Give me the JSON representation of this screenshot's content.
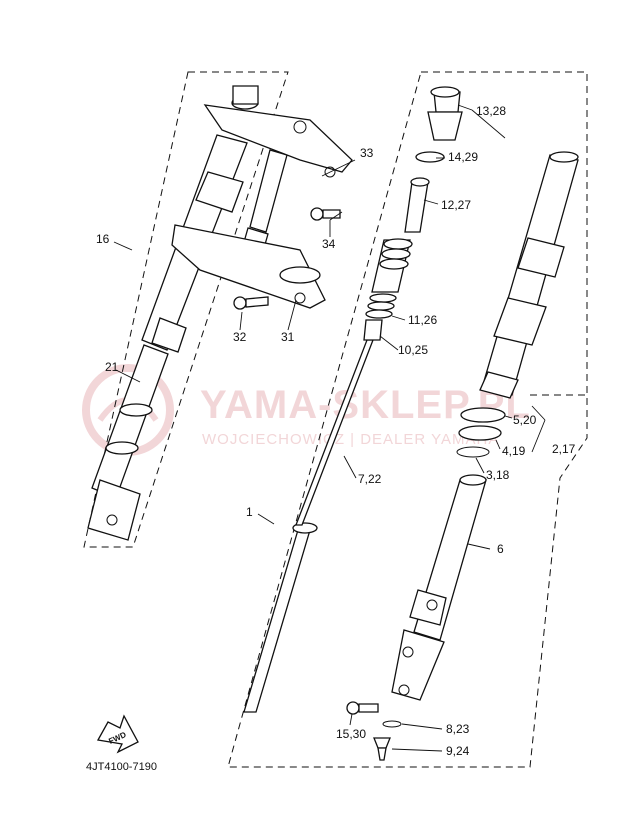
{
  "watermark": {
    "brand": "YAMA-SKLEP.PL",
    "subline": "WOJCIECHOWICZ | DEALER YAMAHA",
    "color": "#f2d6d8"
  },
  "diagram_code": "4JT4100-7190",
  "fwd_badge": "FWD",
  "parts": {
    "p1": "1",
    "p6": "6",
    "p16": "16",
    "p21": "21",
    "p31": "31",
    "p32": "32",
    "p33": "33",
    "p34": "34",
    "p7_22": "7,22",
    "p10_25": "10,25",
    "p11_26": "11,26",
    "p12_27": "12,27",
    "p13_28": "13,28",
    "p14_29": "14,29",
    "p5_20": "5,20",
    "p4_19": "4,19",
    "p3_18": "3,18",
    "p2_17": "2,17",
    "p8_23": "8,23",
    "p9_24": "9,24",
    "p15_30": "15,30"
  }
}
